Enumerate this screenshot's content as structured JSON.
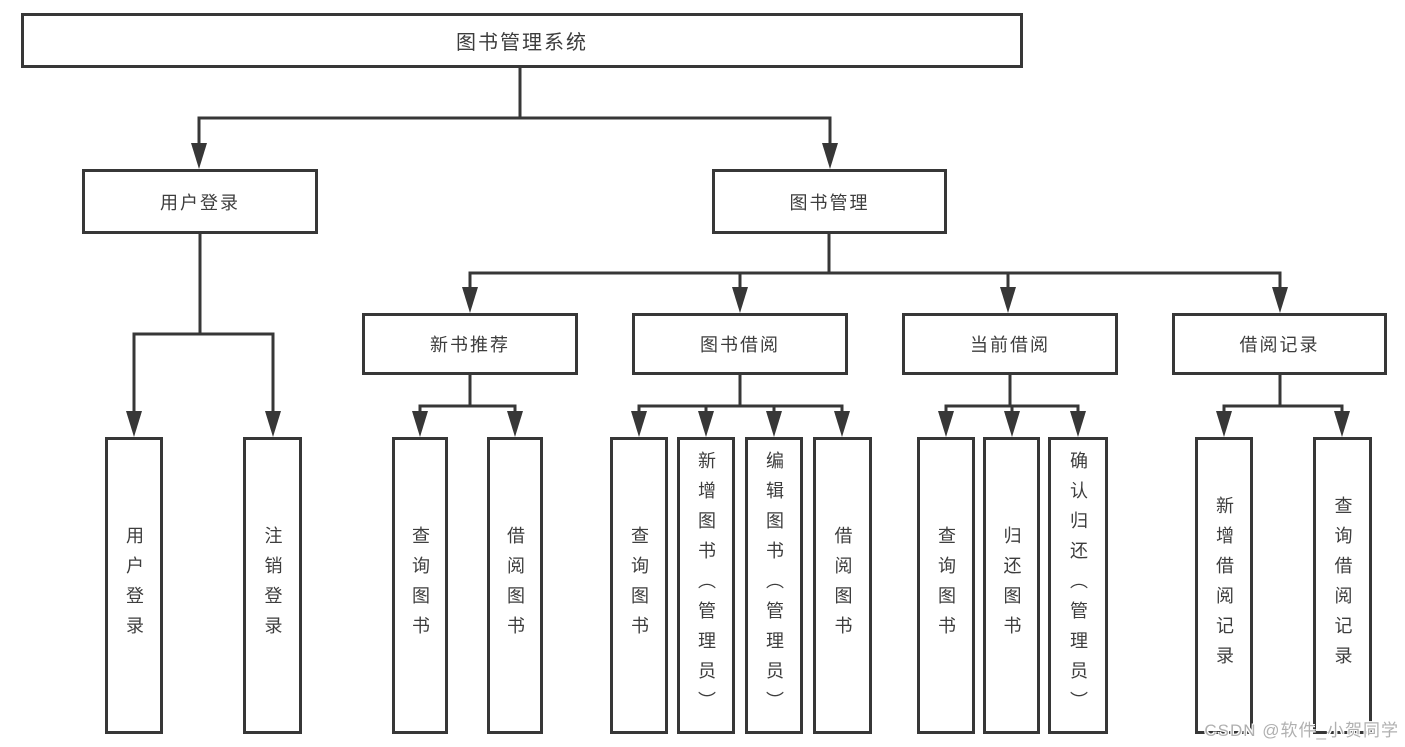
{
  "tree": {
    "label": "图书管理系统",
    "children": [
      {
        "label": "用户登录",
        "children": [
          {
            "label": "用户登录"
          },
          {
            "label": "注销登录"
          }
        ]
      },
      {
        "label": "图书管理",
        "children": [
          {
            "label": "新书推荐",
            "children": [
              {
                "label": "查询图书"
              },
              {
                "label": "借阅图书"
              }
            ]
          },
          {
            "label": "图书借阅",
            "children": [
              {
                "label": "查询图书"
              },
              {
                "label": "新增图书（管理员）"
              },
              {
                "label": "编辑图书（管理员）"
              },
              {
                "label": "借阅图书"
              }
            ]
          },
          {
            "label": "当前借阅",
            "children": [
              {
                "label": "查询图书"
              },
              {
                "label": "归还图书"
              },
              {
                "label": "确认归还（管理员）"
              }
            ]
          },
          {
            "label": "借阅记录",
            "children": [
              {
                "label": "新增借阅记录"
              },
              {
                "label": "查询借阅记录"
              }
            ]
          }
        ]
      }
    ]
  },
  "watermark": {
    "text": "CSDN @软件_小贺同学"
  },
  "colors": {
    "line": "#373737",
    "box_border": "#373737",
    "text": "#3d3d3d",
    "background": "#ffffff",
    "watermark": "#b0b0b0"
  }
}
